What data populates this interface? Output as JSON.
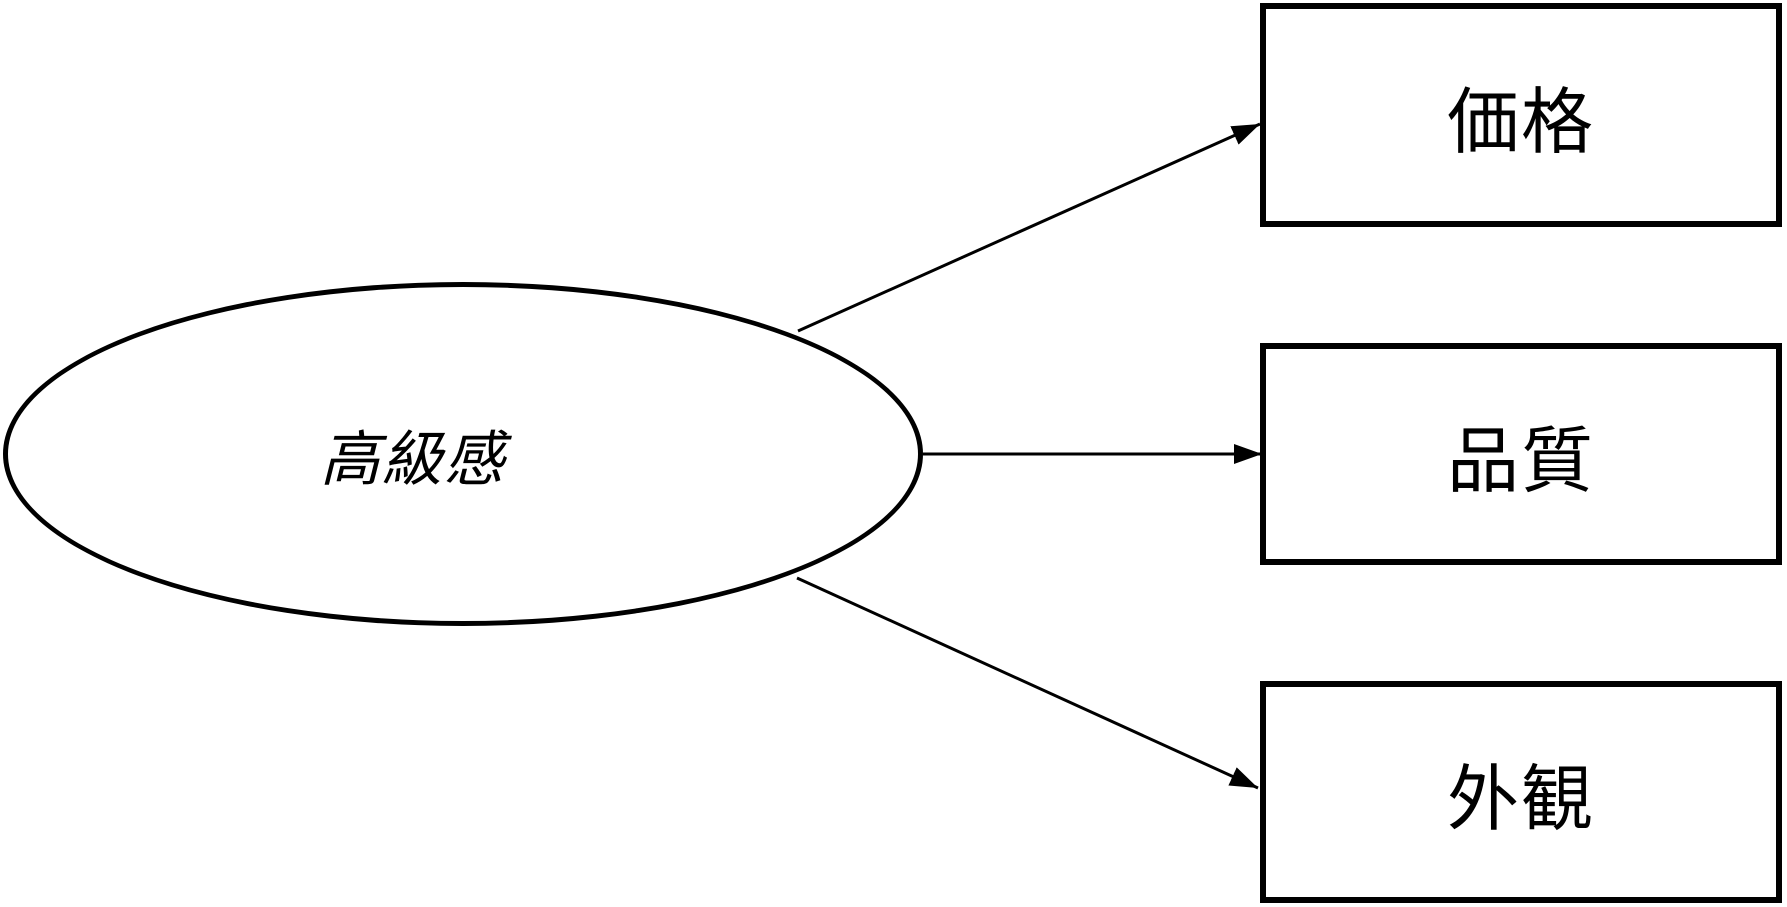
{
  "diagram": {
    "type": "path-diagram",
    "background_color": "#ffffff",
    "stroke_color": "#000000",
    "latent": {
      "label": "高級感",
      "shape": "ellipse",
      "label_style": "italic"
    },
    "indicators": [
      {
        "label": "価格",
        "shape": "rectangle"
      },
      {
        "label": "品質",
        "shape": "rectangle"
      },
      {
        "label": "外観",
        "shape": "rectangle"
      }
    ],
    "edges": [
      {
        "from": "高級感",
        "to": "価格",
        "arrowhead": "solid-triangle"
      },
      {
        "from": "高級感",
        "to": "品質",
        "arrowhead": "solid-triangle"
      },
      {
        "from": "高級感",
        "to": "外観",
        "arrowhead": "solid-triangle"
      }
    ]
  }
}
